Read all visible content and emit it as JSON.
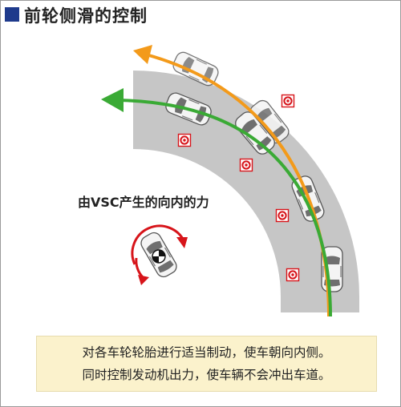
{
  "title": "前轮侧滑的控制",
  "vsc_label": "由VSC产生的向内的力",
  "note": {
    "line1": "对各车轮轮胎进行适当制动，使车朝向内侧。",
    "line2": "同时控制发动机出力，使车辆不会冲出车道。"
  },
  "colors": {
    "road": "#c6c6c6",
    "understeer_path": "#f39a1a",
    "corrected_path": "#3aaa35",
    "force_arrow": "#d7141a",
    "title_marker": "#1e3a8c",
    "note_background": "#fbf2cc"
  }
}
